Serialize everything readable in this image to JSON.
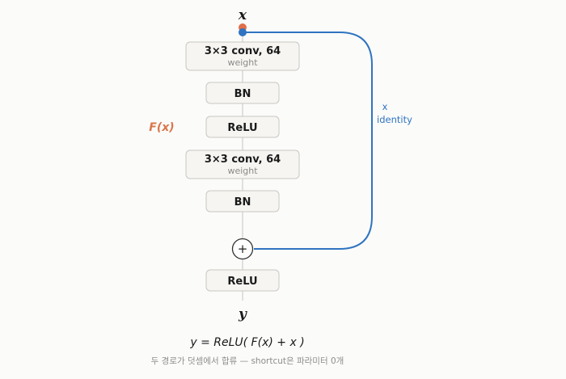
{
  "input_label": "x",
  "output_label": "y",
  "residual_label": "F(x)",
  "layers": [
    {
      "label": "3×3 conv, 64",
      "sub": "weight"
    },
    {
      "label": "BN"
    },
    {
      "label": "ReLU"
    },
    {
      "label": "3×3 conv, 64",
      "sub": "weight"
    },
    {
      "label": "BN"
    }
  ],
  "sum_symbol": "+",
  "final_layer": {
    "label": "ReLU"
  },
  "shortcut": {
    "label": "x",
    "sublabel": "identity",
    "color": "#2f74c0"
  },
  "colors": {
    "residual": "#d9784a",
    "shortcut": "#2f74c0",
    "node_orange": "#e0704a"
  },
  "equation": "y = ReLU( F(x) + x )",
  "caption": "두 경로가 덧셈에서 합류 — shortcut은 파라미터 0개"
}
